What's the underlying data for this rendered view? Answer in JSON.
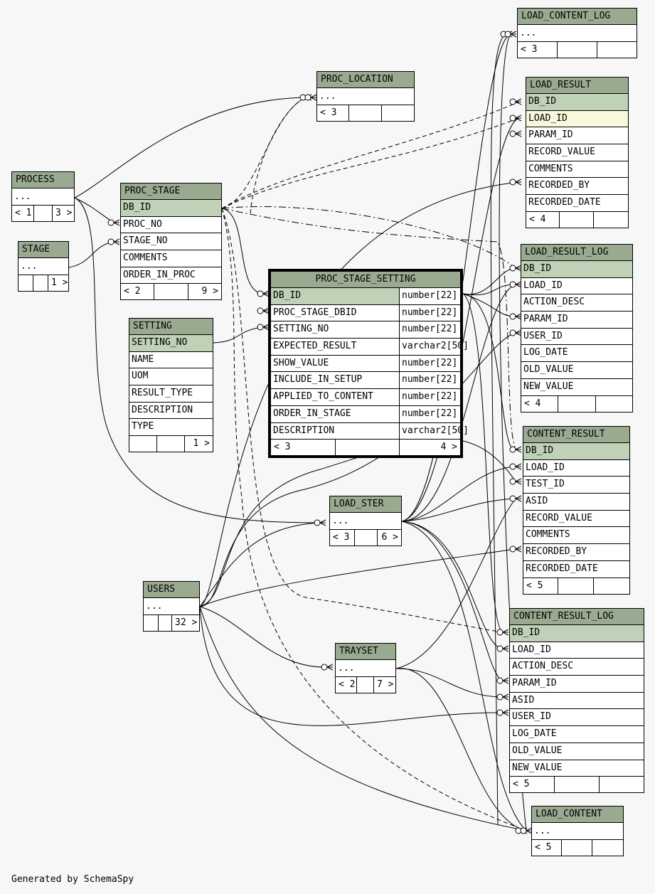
{
  "colors": {
    "header": "#9aaa91",
    "primary_key": "#bfd1b6",
    "selected": "#f8f8dd",
    "background": "#f7f7f7",
    "line": "#000000"
  },
  "footer_text": "Generated by SchemaSpy",
  "tables": [
    {
      "id": "load-content-log",
      "title": "LOAD_CONTENT_LOG",
      "columns": [
        "..."
      ],
      "footer": [
        "< 3",
        "",
        ""
      ]
    },
    {
      "id": "proc-location",
      "title": "PROC_LOCATION",
      "columns": [
        "..."
      ],
      "footer": [
        "< 3",
        "",
        ""
      ]
    },
    {
      "id": "load-result",
      "title": "LOAD_RESULT",
      "columns": [
        "DB_ID",
        "LOAD_ID",
        "PARAM_ID",
        "RECORD_VALUE",
        "COMMENTS",
        "RECORDED_BY",
        "RECORDED_DATE"
      ],
      "footer": [
        "< 4",
        "",
        ""
      ]
    },
    {
      "id": "process",
      "title": "PROCESS",
      "columns": [
        "..."
      ],
      "footer": [
        "< 1",
        "",
        "3 >"
      ]
    },
    {
      "id": "proc-stage",
      "title": "PROC_STAGE",
      "columns": [
        "DB_ID",
        "PROC_NO",
        "STAGE_NO",
        "COMMENTS",
        "ORDER_IN_PROC"
      ],
      "footer": [
        "< 2",
        "",
        "9 >"
      ]
    },
    {
      "id": "stage",
      "title": "STAGE",
      "columns": [
        "..."
      ],
      "footer": [
        "",
        "",
        "1 >"
      ]
    },
    {
      "id": "load-result-log",
      "title": "LOAD_RESULT_LOG",
      "columns": [
        "DB_ID",
        "LOAD_ID",
        "ACTION_DESC",
        "PARAM_ID",
        "USER_ID",
        "LOG_DATE",
        "OLD_VALUE",
        "NEW_VALUE"
      ],
      "footer": [
        "< 4",
        "",
        ""
      ]
    },
    {
      "id": "proc-stage-setting",
      "title": "PROC_STAGE_SETTING",
      "columns": [
        "DB_ID",
        "PROC_STAGE_DBID",
        "SETTING_NO",
        "EXPECTED_RESULT",
        "SHOW_VALUE",
        "INCLUDE_IN_SETUP",
        "APPLIED_TO_CONTENT",
        "ORDER_IN_STAGE",
        "DESCRIPTION"
      ],
      "types": [
        "number[22]",
        "number[22]",
        "number[22]",
        "varchar2[50]",
        "number[22]",
        "number[22]",
        "number[22]",
        "number[22]",
        "varchar2[50]"
      ],
      "footer": [
        "< 3",
        "",
        "4 >"
      ]
    },
    {
      "id": "setting",
      "title": "SETTING",
      "columns": [
        "SETTING_NO",
        "NAME",
        "UOM",
        "RESULT_TYPE",
        "DESCRIPTION",
        "TYPE"
      ],
      "footer": [
        "",
        "",
        "1 >"
      ]
    },
    {
      "id": "content-result",
      "title": "CONTENT_RESULT",
      "columns": [
        "DB_ID",
        "LOAD_ID",
        "TEST_ID",
        "ASID",
        "RECORD_VALUE",
        "COMMENTS",
        "RECORDED_BY",
        "RECORDED_DATE"
      ],
      "footer": [
        "< 5",
        "",
        ""
      ]
    },
    {
      "id": "load-ster",
      "title": "LOAD_STER",
      "columns": [
        "..."
      ],
      "footer": [
        "< 3",
        "",
        "6 >"
      ]
    },
    {
      "id": "users",
      "title": "USERS",
      "columns": [
        "..."
      ],
      "footer": [
        "",
        "",
        "32 >"
      ]
    },
    {
      "id": "content-result-log",
      "title": "CONTENT_RESULT_LOG",
      "columns": [
        "DB_ID",
        "LOAD_ID",
        "ACTION_DESC",
        "PARAM_ID",
        "ASID",
        "USER_ID",
        "LOG_DATE",
        "OLD_VALUE",
        "NEW_VALUE"
      ],
      "footer": [
        "< 5",
        "",
        ""
      ]
    },
    {
      "id": "trayset",
      "title": "TRAYSET",
      "columns": [
        "..."
      ],
      "footer": [
        "< 2",
        "",
        "7 >"
      ]
    },
    {
      "id": "load-content",
      "title": "LOAD_CONTENT",
      "columns": [
        "..."
      ],
      "footer": [
        "< 5",
        "",
        ""
      ]
    }
  ]
}
